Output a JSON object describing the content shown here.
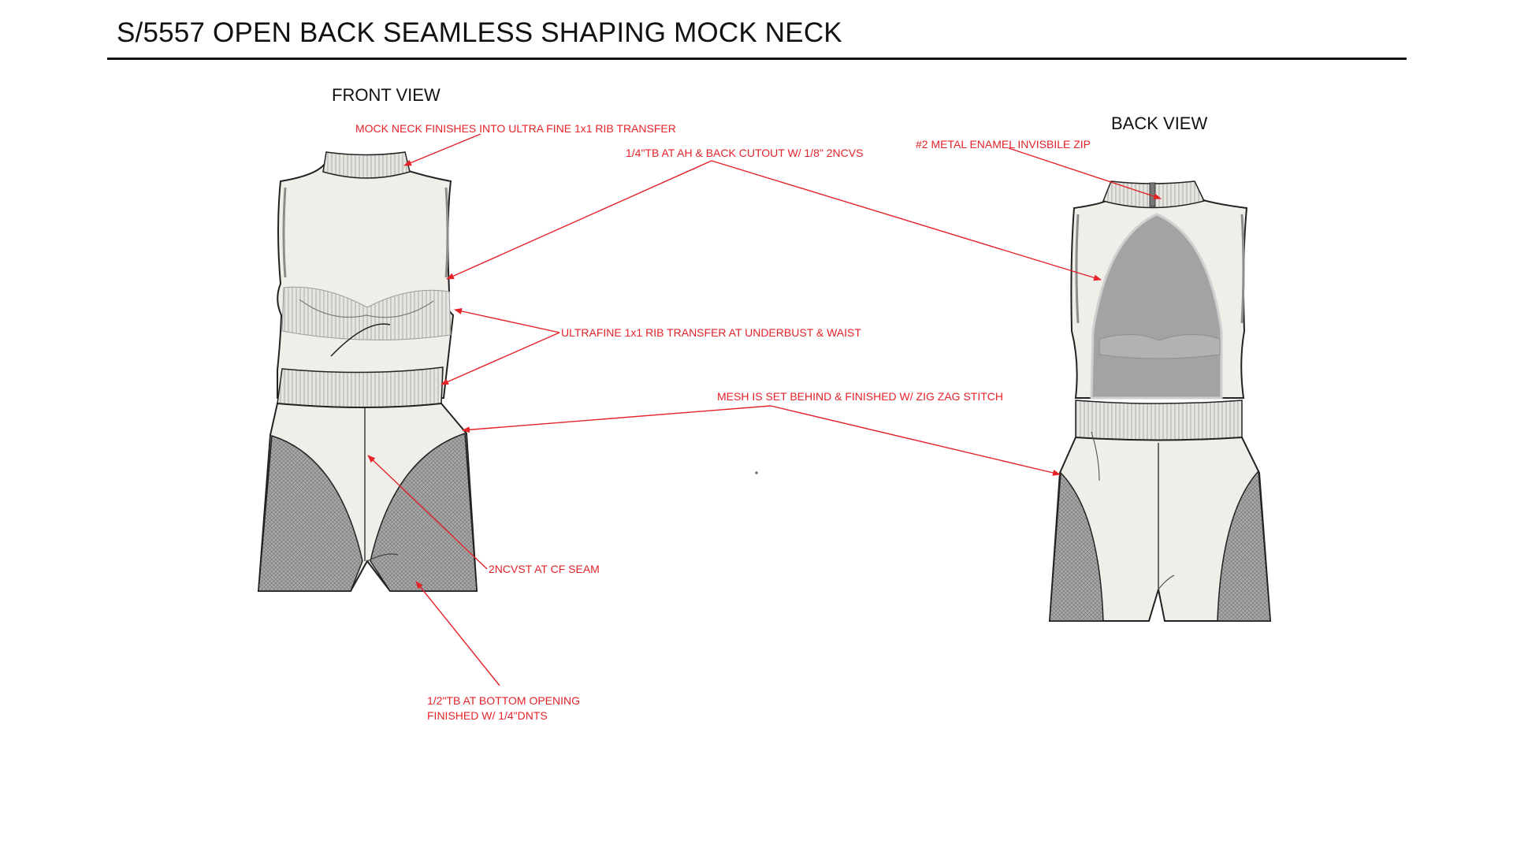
{
  "title": "S/5557 OPEN BACK SEAMLESS SHAPING MOCK NECK",
  "views": {
    "front_label": "FRONT VIEW",
    "back_label": "BACK VIEW"
  },
  "callouts": {
    "mock_neck": "MOCK NECK FINISHES INTO ULTRA FINE 1x1 RIB TRANSFER",
    "zip": "#2 METAL ENAMEL INVISBILE ZIP",
    "tb_armhole": "1/4\"TB AT AH & BACK CUTOUT  W/ 1/8\" 2NCVS",
    "rib_transfer": "ULTRAFINE 1x1 RIB TRANSFER AT UNDERBUST & WAIST",
    "mesh": "MESH IS SET BEHIND & FINISHED W/ ZIG ZAG STITCH",
    "cf_seam": "2NCVST AT CF SEAM",
    "bottom_line1": "1/2\"TB AT BOTTOM OPENING",
    "bottom_line2": "FINISHED W/ 1/4\"DNTS"
  },
  "colors": {
    "annotation": "#e3232a",
    "fabric": "#efeee9",
    "mesh": "#9a9a9a",
    "back_cutout": "#a3a3a3",
    "outline": "#222222"
  }
}
